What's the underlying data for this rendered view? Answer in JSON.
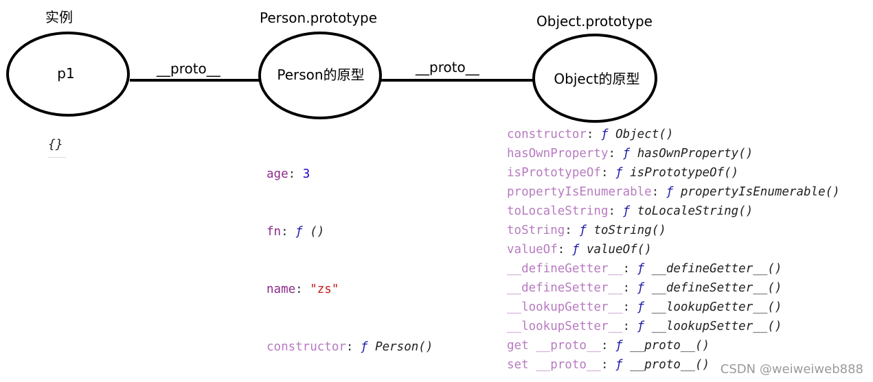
{
  "nodes": {
    "p1": {
      "caption": "实例",
      "label": "p1"
    },
    "person_proto": {
      "caption": "Person.prototype",
      "label": "Person的原型"
    },
    "object_proto": {
      "caption": "Object.prototype",
      "label": "Object的原型"
    }
  },
  "edges": [
    {
      "from": "p1",
      "to": "person_proto",
      "label": "__proto__"
    },
    {
      "from": "person_proto",
      "to": "object_proto",
      "label": "__proto__"
    }
  ],
  "p1_props": {
    "text": "{}"
  },
  "person_props": [
    {
      "key": "age",
      "value": "3",
      "kind": "number"
    },
    {
      "key": "fn",
      "value": "()",
      "kind": "function"
    },
    {
      "key": "name",
      "value": "\"zs\"",
      "kind": "string"
    },
    {
      "key": "constructor",
      "value": "Person()",
      "kind": "function",
      "muted": true
    }
  ],
  "object_props": [
    {
      "key": "constructor",
      "value": "Object()"
    },
    {
      "key": "hasOwnProperty",
      "value": "hasOwnProperty()"
    },
    {
      "key": "isPrototypeOf",
      "value": "isPrototypeOf()"
    },
    {
      "key": "propertyIsEnumerable",
      "value": "propertyIsEnumerable()"
    },
    {
      "key": "toLocaleString",
      "value": "toLocaleString()"
    },
    {
      "key": "toString",
      "value": "toString()"
    },
    {
      "key": "valueOf",
      "value": "valueOf()"
    },
    {
      "key": "__defineGetter__",
      "value": "__defineGetter__()"
    },
    {
      "key": "__defineSetter__",
      "value": "__defineSetter__()"
    },
    {
      "key": "__lookupGetter__",
      "value": "__lookupGetter__()"
    },
    {
      "key": "__lookupSetter__",
      "value": "__lookupSetter__()"
    },
    {
      "key": "get __proto__",
      "value": "__proto__()"
    },
    {
      "key": "set __proto__",
      "value": "__proto__()"
    }
  ],
  "fn_symbol": "ƒ",
  "colors": {
    "key": "#8b2c8a",
    "key_muted": "#b77bc0",
    "fn_symbol": "#1a1aa6",
    "number": "#1c00cf",
    "string": "#c41a16"
  },
  "watermark": "CSDN @weiweiweb888"
}
